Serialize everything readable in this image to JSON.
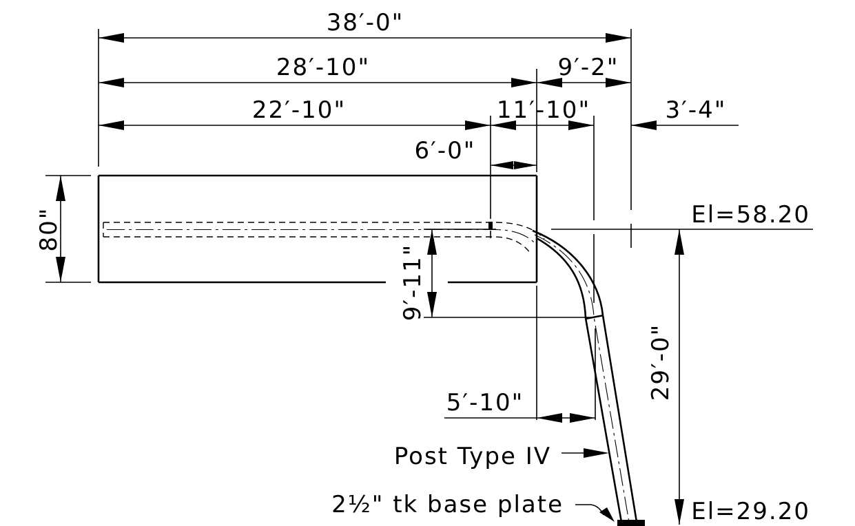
{
  "dimensions": {
    "overall_length": "38′-0\"",
    "length_28": "28′-10\"",
    "length_9_2": "9′-2\"",
    "length_22": "22′-10\"",
    "length_11": "11′-10\"",
    "length_3_4": "3′-4\"",
    "length_6": "6′-0\"",
    "height_80": "80\"",
    "drop_9_11": "9′-11\"",
    "offset_5_10": "5′-10\"",
    "height_29": "29′-0\""
  },
  "elevations": {
    "top": "El=58.20",
    "bottom": "El=29.20"
  },
  "callouts": {
    "post_type": "Post Type IV",
    "base_plate": "2½\" tk base plate"
  }
}
